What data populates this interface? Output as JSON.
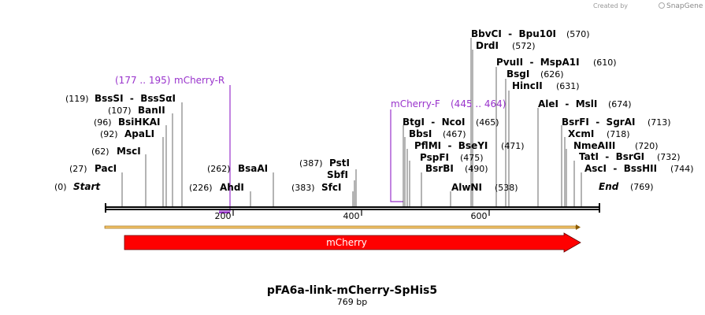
{
  "credit": {
    "prefix": "Created by",
    "brand": "SnapGene"
  },
  "plasmid": {
    "name": "pFA6a-link-mCherry-SpHis5",
    "length": "769 bp"
  },
  "ends": [
    {
      "name": "Start",
      "pos": "(0)"
    },
    {
      "name": "End",
      "pos": "(769)"
    }
  ],
  "ticks": [
    "200",
    "400",
    "600"
  ],
  "features": [
    {
      "name": "mCherry"
    }
  ],
  "primers": [
    {
      "name": "mCherry-R",
      "range": "(177 .. 195)"
    },
    {
      "name": "mCherry-F",
      "range": "(445 .. 464)"
    }
  ],
  "sites": [
    {
      "name": "PacI",
      "pos": "(27)"
    },
    {
      "name": "MscI",
      "pos": "(62)"
    },
    {
      "name": "ApaLI",
      "pos": "(92)"
    },
    {
      "name": "BsiHKAI",
      "pos": "(96)"
    },
    {
      "name": "BanII",
      "pos": "(107)"
    },
    {
      "name": "BssSI  -  BssSαI",
      "pos": "(119)"
    },
    {
      "name": "AhdI",
      "pos": "(226)"
    },
    {
      "name": "BsaAI",
      "pos": "(262)"
    },
    {
      "name": "SfcI",
      "pos": "(383)"
    },
    {
      "name": "SbfI",
      "pos": ""
    },
    {
      "name": "PstI",
      "pos": "(387)"
    },
    {
      "name": "BtgI  -  NcoI",
      "pos": "(465)"
    },
    {
      "name": "BbsI",
      "pos": "(467)"
    },
    {
      "name": "PflMI  -  BseYI",
      "pos": "(471)"
    },
    {
      "name": "PspFI",
      "pos": "(475)"
    },
    {
      "name": "BsrBI",
      "pos": "(490)"
    },
    {
      "name": "AlwNI",
      "pos": "(538)"
    },
    {
      "name": "BbvCI  -  Bpu10I",
      "pos": "(570)"
    },
    {
      "name": "DrdI",
      "pos": "(572)"
    },
    {
      "name": "PvuII  -  MspA1I",
      "pos": "(610)"
    },
    {
      "name": "BsgI",
      "pos": "(626)"
    },
    {
      "name": "HincII",
      "pos": "(631)"
    },
    {
      "name": "AleI  -  MslI",
      "pos": "(674)"
    },
    {
      "name": "BsrFI  -  SgrAI",
      "pos": "(713)"
    },
    {
      "name": "XcmI",
      "pos": "(718)"
    },
    {
      "name": "NmeAIII",
      "pos": "(720)"
    },
    {
      "name": "TatI  -  BsrGI",
      "pos": "(732)"
    },
    {
      "name": "AscI  -  BssHII",
      "pos": "(744)"
    }
  ]
}
